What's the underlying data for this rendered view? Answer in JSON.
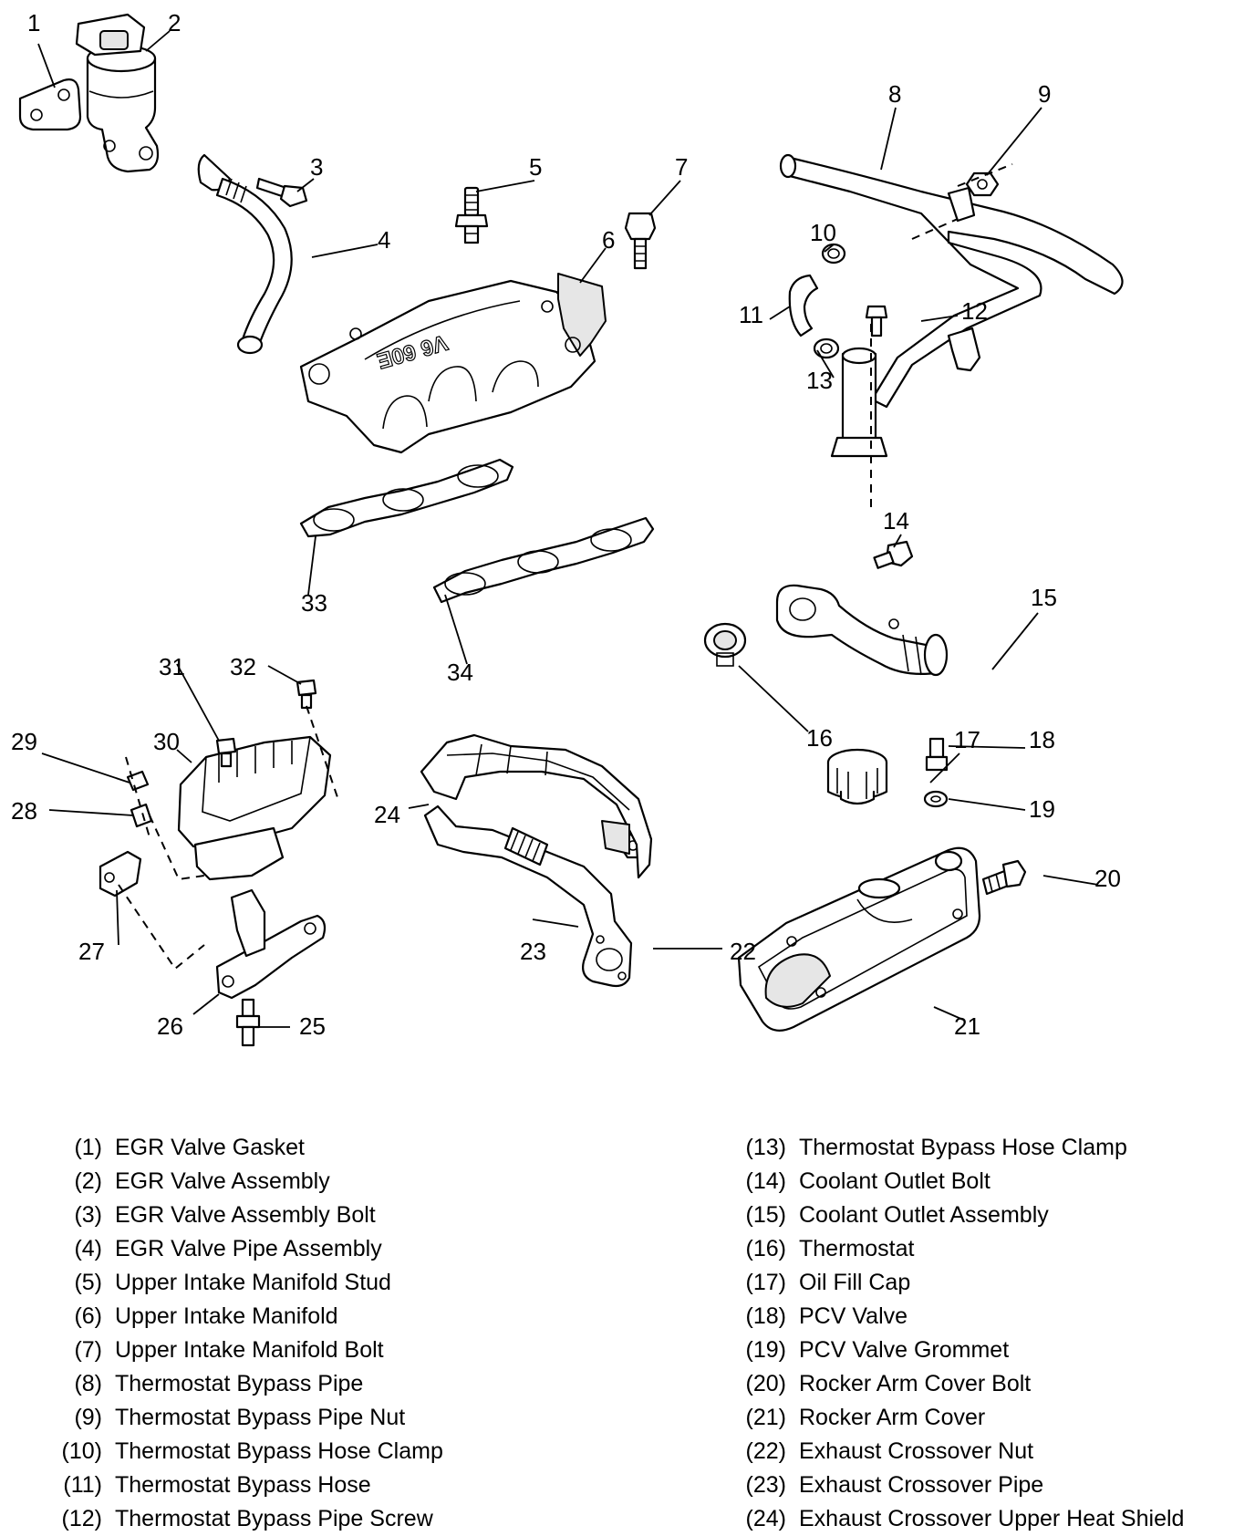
{
  "diagram": {
    "manifold_emblem": "V6 60E",
    "callouts": [
      "1",
      "2",
      "3",
      "4",
      "5",
      "6",
      "7",
      "8",
      "9",
      "10",
      "11",
      "12",
      "13",
      "14",
      "15",
      "16",
      "17",
      "18",
      "19",
      "20",
      "21",
      "22",
      "23",
      "24",
      "25",
      "26",
      "27",
      "28",
      "29",
      "30",
      "31",
      "32",
      "33",
      "34"
    ]
  },
  "legend": {
    "left": [
      {
        "num": "(1)",
        "label": "EGR Valve Gasket"
      },
      {
        "num": "(2)",
        "label": "EGR Valve Assembly"
      },
      {
        "num": "(3)",
        "label": "EGR Valve Assembly Bolt"
      },
      {
        "num": "(4)",
        "label": "EGR Valve Pipe Assembly"
      },
      {
        "num": "(5)",
        "label": "Upper Intake Manifold Stud"
      },
      {
        "num": "(6)",
        "label": "Upper Intake Manifold"
      },
      {
        "num": "(7)",
        "label": "Upper Intake Manifold Bolt"
      },
      {
        "num": "(8)",
        "label": "Thermostat Bypass Pipe"
      },
      {
        "num": "(9)",
        "label": "Thermostat Bypass Pipe Nut"
      },
      {
        "num": "(10)",
        "label": "Thermostat Bypass Hose Clamp"
      },
      {
        "num": "(11)",
        "label": "Thermostat Bypass Hose"
      },
      {
        "num": "(12)",
        "label": "Thermostat Bypass Pipe Screw"
      }
    ],
    "right": [
      {
        "num": "(13)",
        "label": "Thermostat Bypass Hose Clamp"
      },
      {
        "num": "(14)",
        "label": "Coolant Outlet Bolt"
      },
      {
        "num": "(15)",
        "label": "Coolant Outlet Assembly"
      },
      {
        "num": "(16)",
        "label": "Thermostat"
      },
      {
        "num": "(17)",
        "label": "Oil Fill Cap"
      },
      {
        "num": "(18)",
        "label": "PCV Valve"
      },
      {
        "num": "(19)",
        "label": "PCV Valve Grommet"
      },
      {
        "num": "(20)",
        "label": "Rocker Arm Cover Bolt"
      },
      {
        "num": "(21)",
        "label": "Rocker Arm Cover"
      },
      {
        "num": "(22)",
        "label": "Exhaust Crossover Nut"
      },
      {
        "num": "(23)",
        "label": "Exhaust Crossover Pipe"
      },
      {
        "num": "(24)",
        "label": "Exhaust Crossover Upper Heat Shield"
      }
    ]
  }
}
